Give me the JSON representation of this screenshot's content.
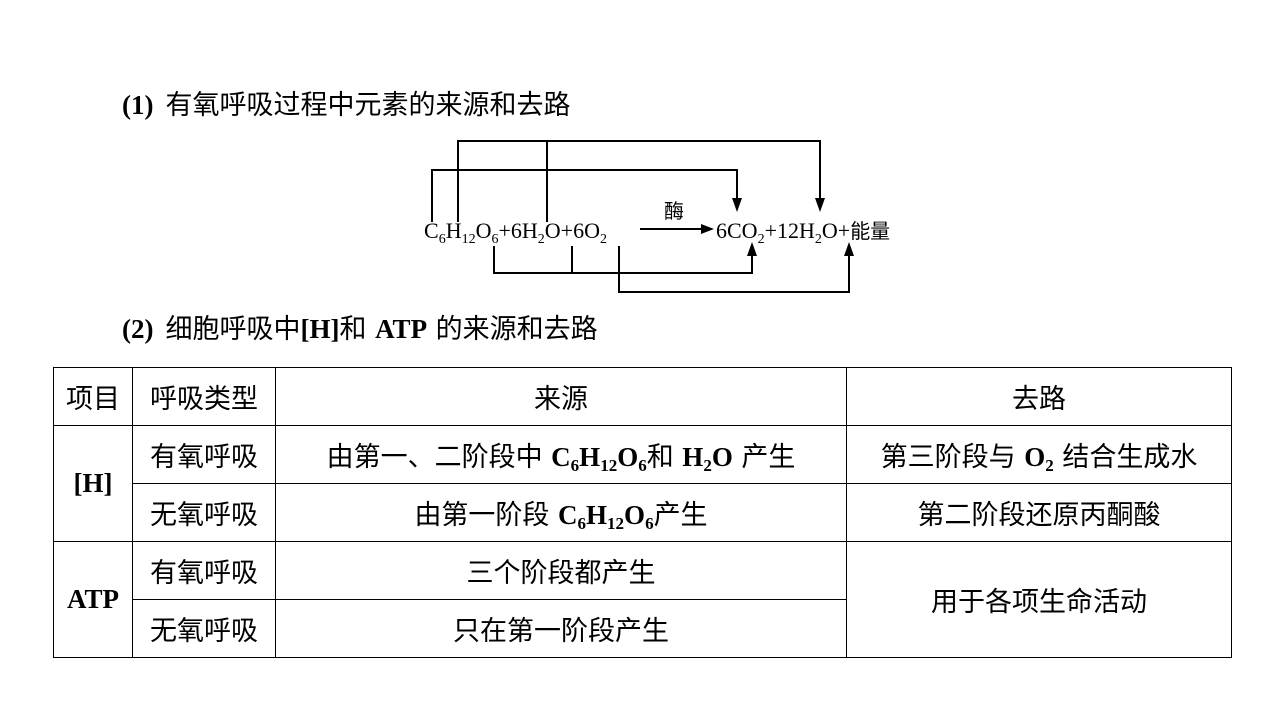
{
  "section1": {
    "number": "(1)",
    "title": "有氧呼吸过程中元素的来源和去路"
  },
  "equation": {
    "reactants": [
      {
        "coef": "",
        "formula": [
          [
            "C",
            "6"
          ],
          [
            "H",
            "12"
          ],
          [
            "O",
            "6"
          ]
        ]
      },
      {
        "coef": "6",
        "formula": [
          [
            "H",
            "2"
          ],
          [
            "O",
            ""
          ]
        ]
      },
      {
        "coef": "6",
        "formula": [
          [
            "O",
            "2"
          ]
        ]
      }
    ],
    "enzyme": "酶",
    "products": [
      {
        "coef": "6",
        "formula": [
          [
            "CO",
            "2"
          ]
        ]
      },
      {
        "coef": "12",
        "formula": [
          [
            "H",
            "2"
          ],
          [
            "O",
            ""
          ]
        ]
      }
    ],
    "energy": "能量",
    "plus": "+"
  },
  "section2": {
    "number": "(2)",
    "title_prefix": "细胞呼吸中",
    "title_h": "[H]",
    "title_mid": "和 ",
    "title_atp": "ATP",
    "title_suffix": " 的来源和去路"
  },
  "table": {
    "headers": {
      "item": "项目",
      "type": "呼吸类型",
      "source": "来源",
      "destination": "去路"
    },
    "h_group": {
      "label": "[H]",
      "aerobic": {
        "type": "有氧呼吸",
        "source_pre": "由第一、二阶段中 ",
        "source_chem1": [
          [
            "C",
            "6"
          ],
          [
            "H",
            "12"
          ],
          [
            "O",
            "6"
          ]
        ],
        "source_mid": "和 ",
        "source_chem2": [
          [
            "H",
            "2"
          ],
          [
            "O",
            ""
          ]
        ],
        "source_post": " 产生",
        "dest_pre": "第三阶段与 ",
        "dest_chem": [
          [
            "O",
            "2"
          ]
        ],
        "dest_post": " 结合生成水"
      },
      "anaerobic": {
        "type": "无氧呼吸",
        "source_pre": "由第一阶段 ",
        "source_chem": [
          [
            "C",
            "6"
          ],
          [
            "H",
            "12"
          ],
          [
            "O",
            "6"
          ]
        ],
        "source_post": "产生",
        "destination": "第二阶段还原丙酮酸"
      }
    },
    "atp_group": {
      "label": "ATP",
      "aerobic": {
        "type": "有氧呼吸",
        "source": "三个阶段都产生"
      },
      "anaerobic": {
        "type": "无氧呼吸",
        "source": "只在第一阶段产生"
      },
      "destination": "用于各项生命活动"
    }
  }
}
